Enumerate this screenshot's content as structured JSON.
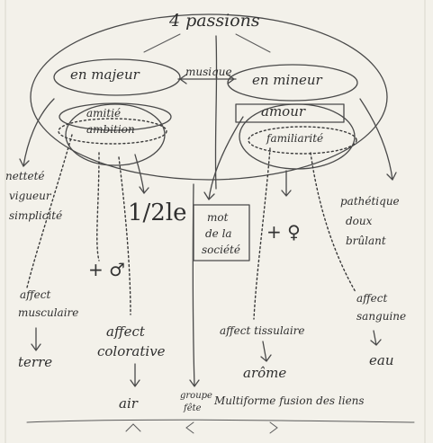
{
  "title": "4 passions",
  "left_group": "en majeur",
  "bridge": "musique",
  "right_group": "en mineur",
  "passions": {
    "amitie": "amitié",
    "ambition": "ambition",
    "amour": "amour",
    "familiarite": "familiarité"
  },
  "qualities_left": [
    "netteté",
    "vigueur",
    "simplicité"
  ],
  "qualities_right": [
    "pathétique",
    "doux",
    "brûlant"
  ],
  "ratio": "1/2le",
  "mot_box": [
    "mot",
    "de la",
    "société"
  ],
  "plus_male": "+ ♂",
  "plus_female": "+ ♀",
  "affects": {
    "musculaire": [
      "affect",
      "musculaire"
    ],
    "colorative": [
      "affect",
      "colorative"
    ],
    "tissulaire": [
      "affect tissulaire"
    ],
    "sanguine": [
      "affect",
      "sanguine"
    ]
  },
  "elements": {
    "terre": "terre",
    "air": "air",
    "arome": "arôme",
    "eau": "eau"
  },
  "groupe_fete": [
    "groupe",
    "fête"
  ],
  "bottom_line": "Multiforme fusion des liens"
}
